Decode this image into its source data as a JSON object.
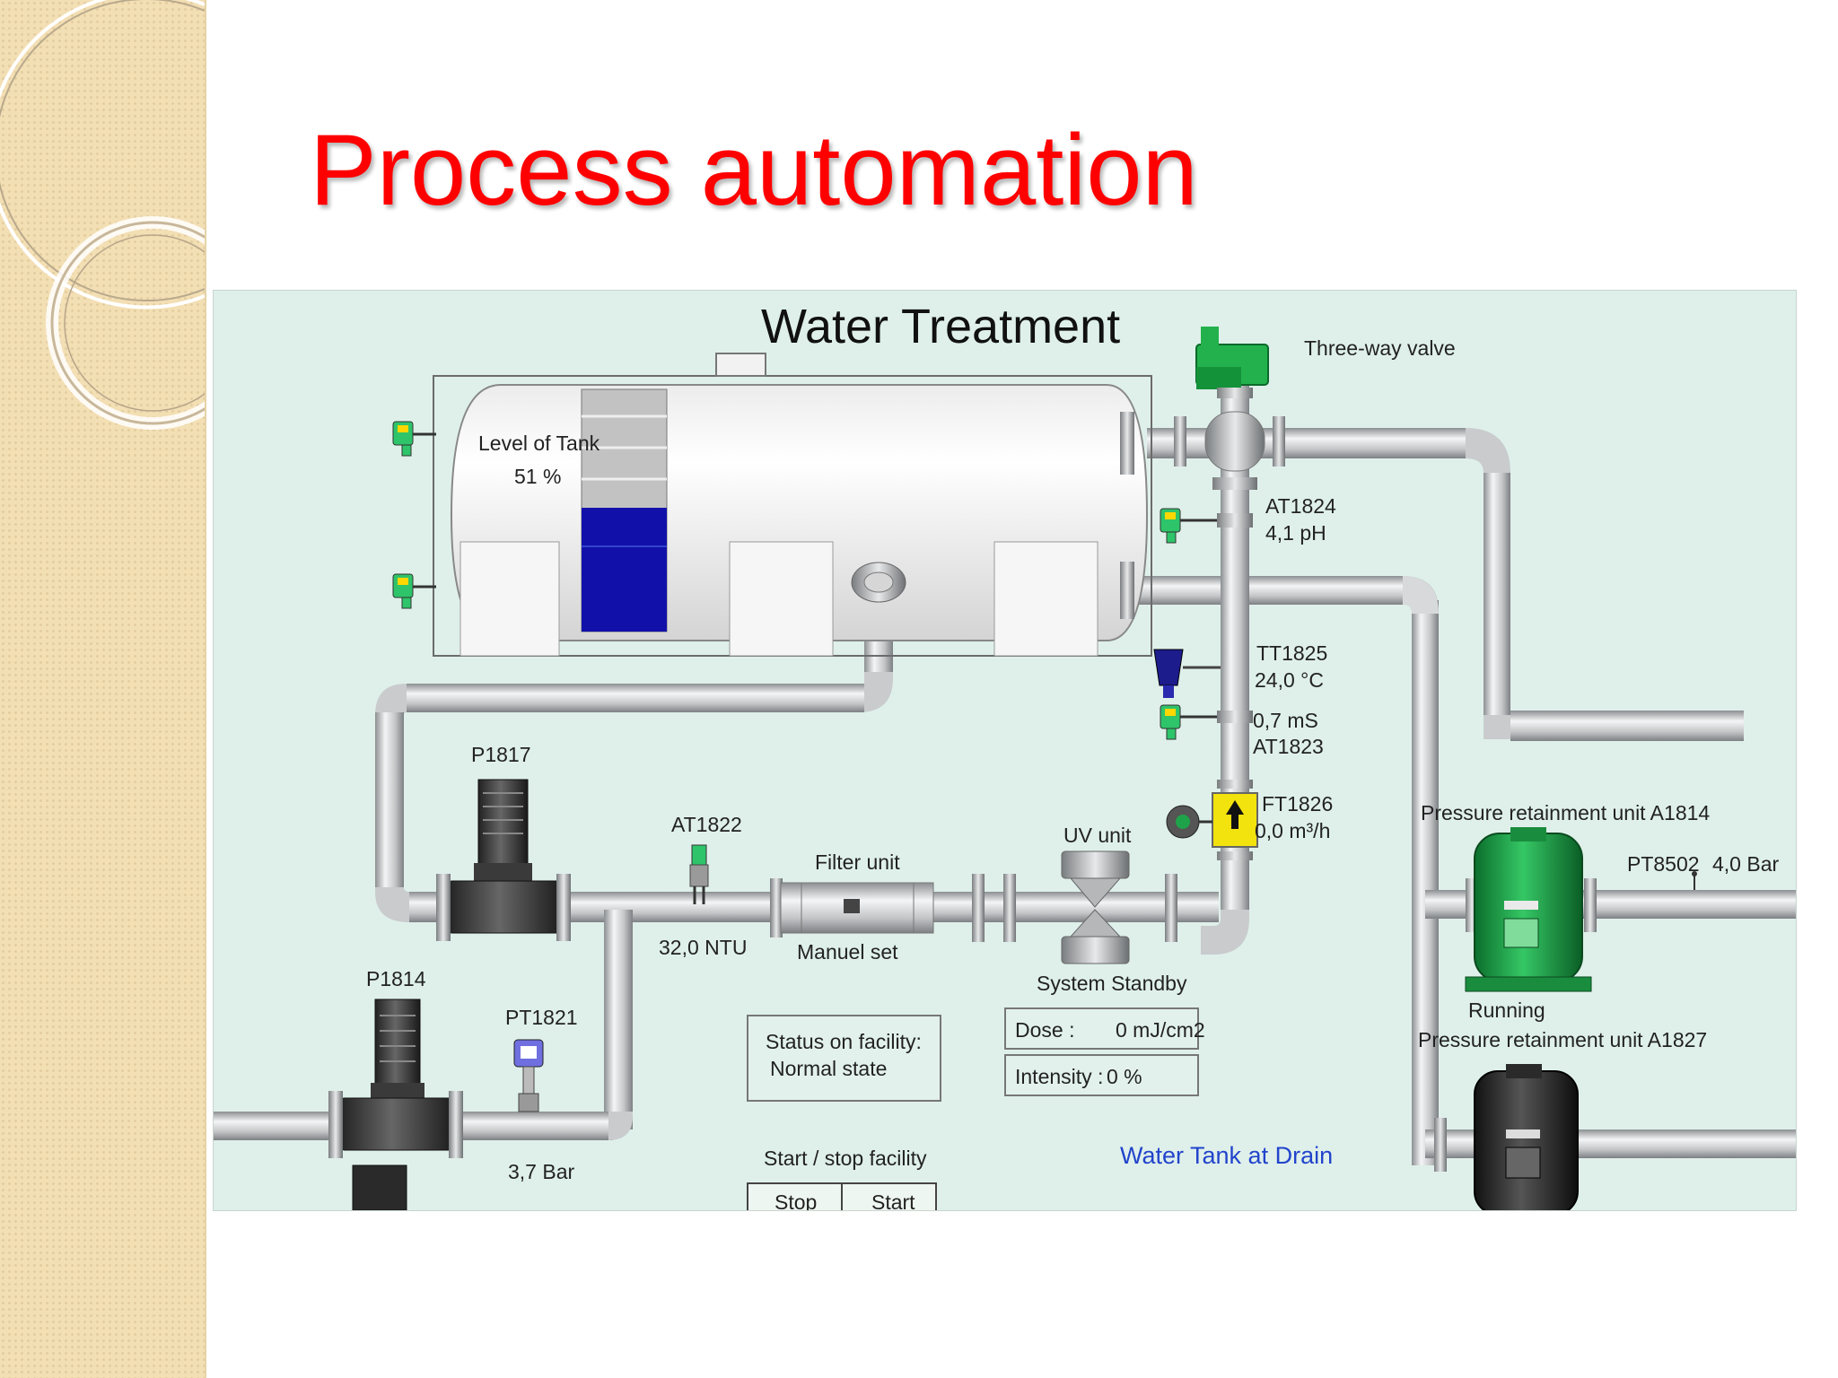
{
  "slide": {
    "title": "Process automation"
  },
  "diagram": {
    "title": "Water Treatment",
    "tank": {
      "level_label": "Level of Tank",
      "level_value": "51 %",
      "level_fraction": 0.51
    },
    "three_way_valve": "Three-way valve",
    "at1824": {
      "tag": "AT1824",
      "value": "4,1 pH"
    },
    "tt1825": {
      "tag": "TT1825",
      "value": "24,0 °C"
    },
    "at1823": {
      "tag": "AT1823",
      "value": "0,7 mS"
    },
    "ft1826": {
      "tag": "FT1826",
      "value": "0,0 m³/h"
    },
    "p1817": "P1817",
    "at1822": {
      "tag": "AT1822",
      "value": "32,0 NTU"
    },
    "filter": {
      "label": "Filter unit",
      "mode": "Manuel set"
    },
    "uv": {
      "label": "UV unit",
      "status": "System Standby"
    },
    "p1814": "P1814",
    "pt1821": {
      "tag": "PT1821",
      "value": "3,7 Bar"
    },
    "status_box": {
      "line1": "Status on facility:",
      "line2": "Normal state"
    },
    "start_stop": {
      "label": "Start / stop facility",
      "stop": "Stop",
      "start": "Start"
    },
    "dose": {
      "label": "Dose :",
      "value": "0 mJ/cm2"
    },
    "intensity": {
      "label": "Intensity :",
      "value": "0 %"
    },
    "drain_link": "Water Tank at Drain",
    "unit_a1814": {
      "label": "Pressure retainment unit A1814",
      "status": "Running"
    },
    "pt8502": {
      "tag": "PT8502",
      "value": "4,0 Bar"
    },
    "unit_a1827": {
      "label": "Pressure retainment unit A1827"
    }
  },
  "colors": {
    "title": "#ff0000",
    "panel_bg": "#dff0ea",
    "pipe": "#c6c8ca",
    "water": "#1111aa",
    "unit_green": "#1fa34a",
    "valve_green": "#22b14c",
    "flow_yellow": "#f2e20e",
    "link_blue": "#2244cc"
  },
  "icons": [
    "level-switch-icon",
    "analyzer-sensor-icon",
    "temperature-probe-icon",
    "flow-meter-icon",
    "pump-motor-icon",
    "pressure-transmitter-icon",
    "pressure-gauge-icon"
  ]
}
